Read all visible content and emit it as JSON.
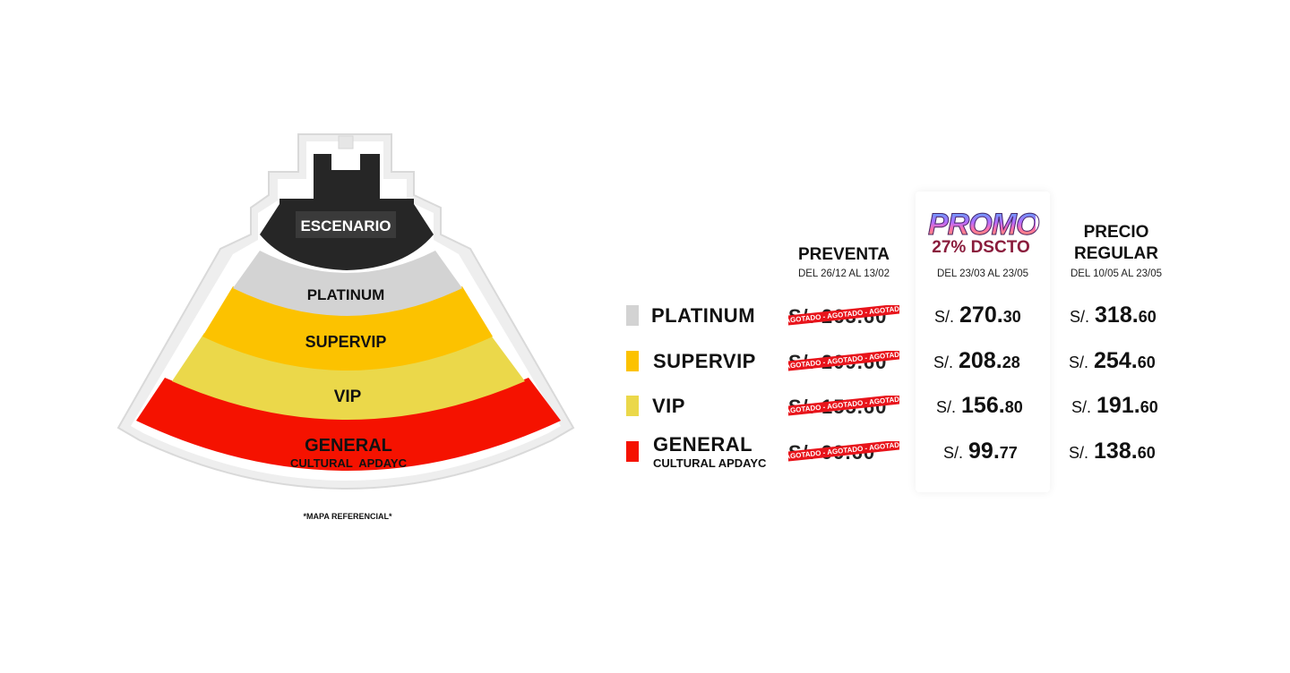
{
  "map": {
    "stage_label": "ESCENARIO",
    "zone_labels": {
      "platinum": "PLATINUM",
      "supervip": "SUPERVIP",
      "vip": "VIP",
      "general": "GENERAL",
      "general_sub": "CULTURAL  APDAYC"
    },
    "footnote": "*MAPA REFERENCIAL*"
  },
  "colors": {
    "platinum": "#d3d3d3",
    "supervip": "#fcc200",
    "vip": "#ebd84a",
    "general": "#f51200",
    "stage": "#262626",
    "sold_banner": "#e8141b",
    "promo_text": "#8a1c3c"
  },
  "table": {
    "columns": [
      {
        "title": "PREVENTA",
        "dates": "DEL 26/12 AL 13/02"
      },
      {
        "title_promo": "PROMO",
        "title_discount": "27% DSCTO",
        "dates": "DEL 23/03 AL 23/05"
      },
      {
        "title_line1": "PRECIO",
        "title_line2": "REGULAR",
        "dates": "DEL 10/05 AL 23/05"
      }
    ],
    "currency": "S/.",
    "sold_banner_text": "AGOTADO - AGOTADO - AGOTADO",
    "rows": [
      {
        "zone": "PLATINUM",
        "zone_sub": "",
        "swatch_color": "#d3d3d3",
        "preventa": "S/. 263.60",
        "preventa_status": "AGOTADO",
        "promo_int": "270.",
        "promo_dec": "30",
        "regular_int": "318.",
        "regular_dec": "60"
      },
      {
        "zone": "SUPERVIP",
        "zone_sub": "",
        "swatch_color": "#fcc200",
        "preventa": "S/. 209.60",
        "preventa_status": "AGOTADO",
        "promo_int": "208.",
        "promo_dec": "28",
        "regular_int": "254.",
        "regular_dec": "60"
      },
      {
        "zone": "VIP",
        "zone_sub": "",
        "swatch_color": "#ebd84a",
        "preventa": "S/. 155.60",
        "preventa_status": "AGOTADO",
        "promo_int": "156.",
        "promo_dec": "80",
        "regular_int": "191.",
        "regular_dec": "60"
      },
      {
        "zone": "GENERAL",
        "zone_sub": "CULTURAL APDAYC",
        "swatch_color": "#f51200",
        "preventa": "S/. 99.60",
        "preventa_status": "AGOTADO",
        "promo_int": "99.",
        "promo_dec": "77",
        "regular_int": "138.",
        "regular_dec": "60"
      }
    ]
  }
}
